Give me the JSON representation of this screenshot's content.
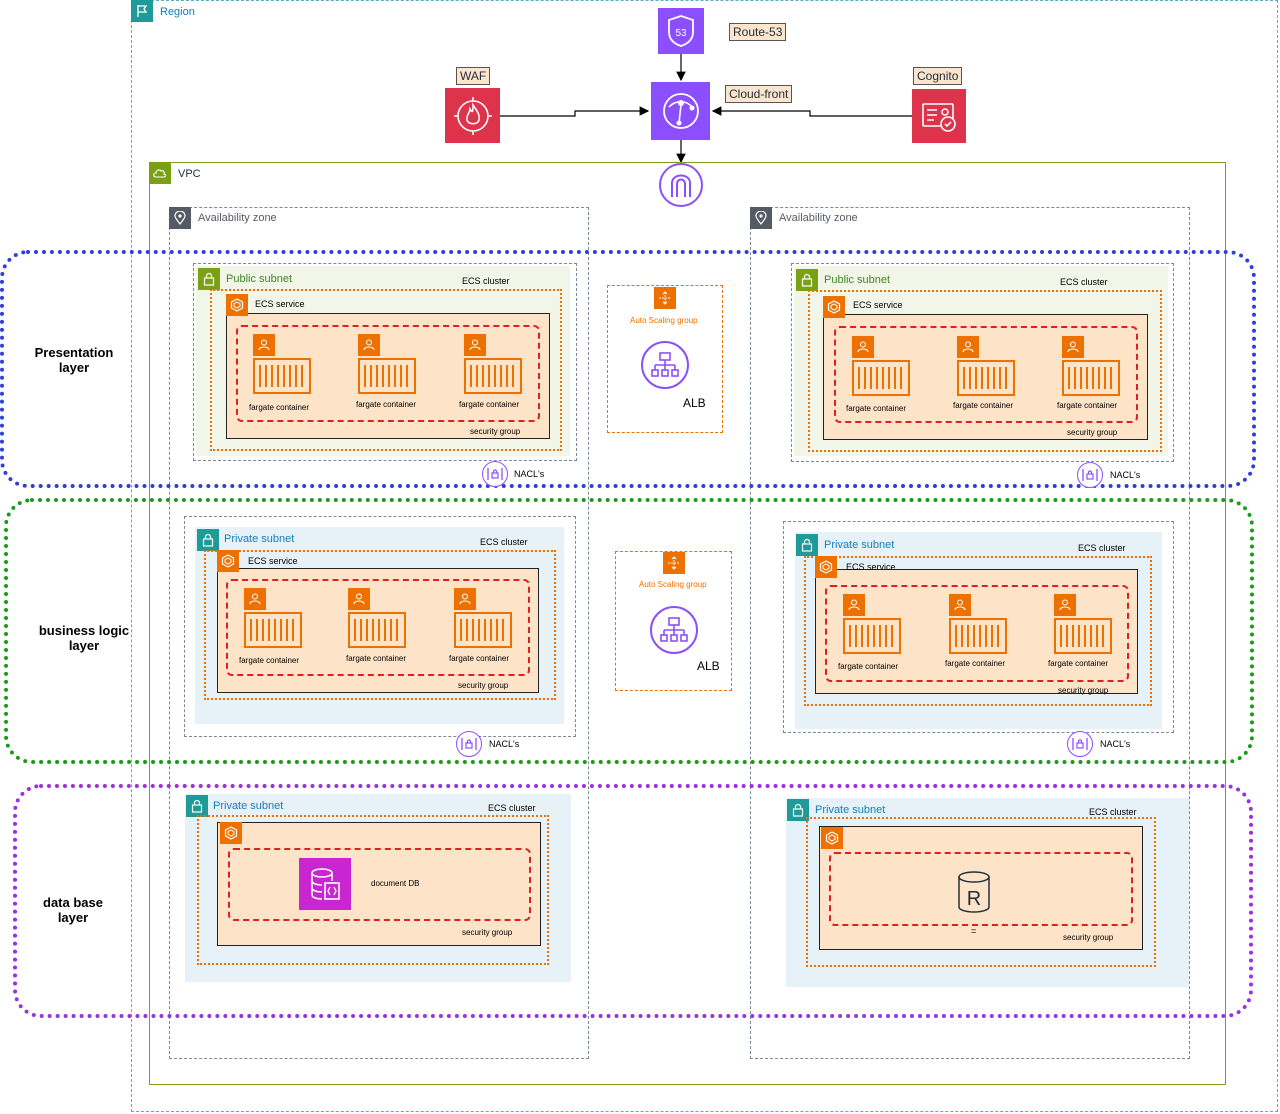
{
  "region": {
    "label": "Region"
  },
  "vpc": {
    "label": "VPC"
  },
  "edge": {
    "route53_label": "Route-53",
    "route53_badge": "53",
    "waf_label": "WAF",
    "cloudfront_label": "Cloud-front",
    "cognito_label": "Cognito"
  },
  "az": {
    "left_label": "Availability zone",
    "right_label": "Availability zone"
  },
  "layers": {
    "presentation": "Presentation layer",
    "business": "business logic layer",
    "database": "data base layer"
  },
  "common": {
    "public_subnet": "Public subnet",
    "private_subnet": "Private subnet",
    "ecs_cluster": "ECS cluster",
    "ecs_service": "ECS service",
    "fargate": "fargate container",
    "security_group": "security group",
    "nacl": "NACL's",
    "asg": "Auto Scaling group",
    "alb": "ALB",
    "document_db": "document DB",
    "redis_letter": "R",
    "redis_caption": "="
  },
  "colors": {
    "layer_presentation": "#2f3fd6",
    "layer_business": "#1a9a1a",
    "layer_database": "#9b30e0",
    "aws_red": "#dd344c",
    "aws_purple": "#8c4fff",
    "aws_orange": "#ed7100",
    "docdb_magenta": "#c925d1"
  }
}
